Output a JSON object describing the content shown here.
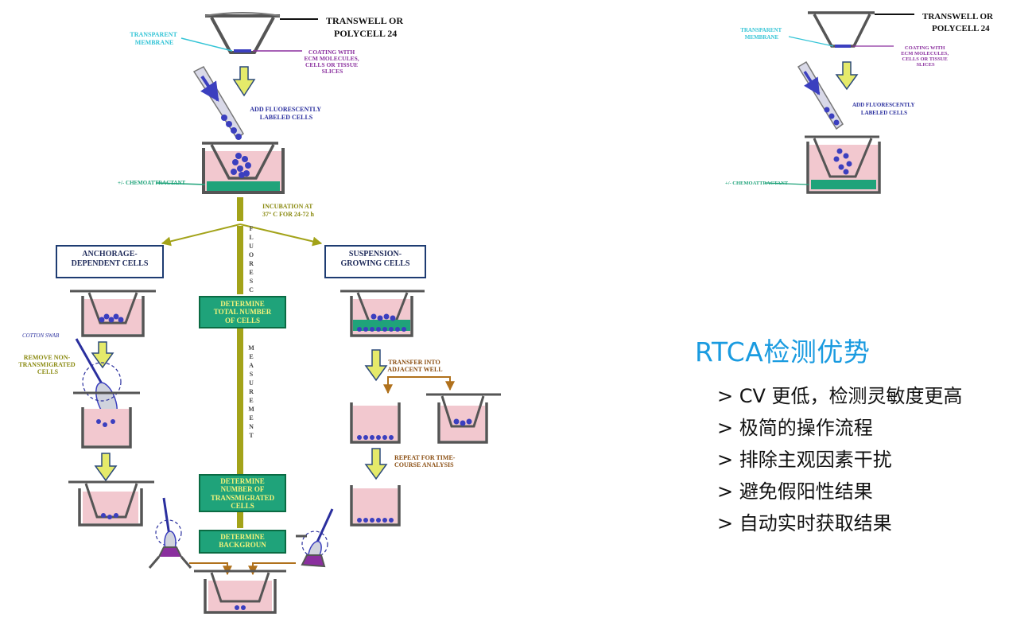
{
  "diagram": {
    "labels": {
      "transwell": "TRANSWELL OR POLYCELL 24",
      "membrane": "TRANSPARENT MEMBRANE",
      "coating": "COATING WITH ECM MOLECULES, CELLS OR TISSUE SLICES",
      "add_cells": "ADD FLUORESCENTLY LABELED CELLS",
      "chemo": "+/- CHEMOATTRACTANT",
      "incubation": "INCUBATION AT 37° C FOR 24-72 h",
      "anchorage": "ANCHORAGE-DEPENDENT CELLS",
      "suspension": "SUSPENSION-GROWING CELLS",
      "fluoresc": "FLUORESC",
      "measurement": "MEASUREMENT",
      "total_cells": "DETERMINE TOTAL NUMBER OF CELLS",
      "cotton": "COTTON SWAB",
      "remove": "REMOVE NON-TRANSMIGRATED CELLS",
      "transfer": "TRANSFER INTO ADJACENT WELL",
      "transmigrated": "DETERMINE NUMBER OF TRANSMIGRATED CELLS",
      "repeat": "REPEAT FOR TIME-COURSE ANALYSIS",
      "background": "DETERMINE BACKGROUN"
    },
    "lines": {
      "transwell": [
        "TRANSWELL OR",
        "POLYCELL 24"
      ],
      "membrane": [
        "TRANSPARENT",
        "MEMBRANE"
      ],
      "coating": [
        "COATING WITH",
        "ECM MOLECULES,",
        "CELLS OR TISSUE",
        "SLICES"
      ],
      "add_cells": [
        "ADD FLUORESCENTLY",
        "LABELED CELLS"
      ],
      "incubation": [
        "INCUBATION AT",
        "37° C FOR 24-72 h"
      ],
      "anchorage": [
        "ANCHORAGE-",
        "DEPENDENT CELLS"
      ],
      "suspension": [
        "SUSPENSION-",
        "GROWING CELLS"
      ],
      "total_cells": [
        "DETERMINE",
        "TOTAL NUMBER",
        "OF CELLS"
      ],
      "remove": [
        "REMOVE NON-",
        "TRANSMIGRATED",
        "CELLS"
      ],
      "transfer": [
        "TRANSFER INTO",
        "ADJACENT WELL"
      ],
      "transmigrated": [
        "DETERMINE",
        "NUMBER OF",
        "TRANSMIGRATED",
        "CELLS"
      ],
      "repeat": [
        "REPEAT FOR TIME-",
        "COURSE ANALYSIS"
      ],
      "background": [
        "DETERMINE",
        "BACKGROUN"
      ]
    }
  },
  "advantages": {
    "title": "RTCA检测优势",
    "items": [
      "> CV 更低，检测灵敏度更高",
      "> 极简的操作流程",
      "> 排除主观因素干扰",
      "> 避免假阳性结果",
      "> 自动实时获取结果"
    ]
  },
  "colors": {
    "accent": "#1a9be0",
    "olive": "#a3a319",
    "green_box": "#1fa37a",
    "well_fill": "#f2c8cf",
    "cells": "#3b3fbf",
    "cyan": "#33c4d6",
    "purple": "#8a2f9e",
    "brown": "#b0711c"
  }
}
